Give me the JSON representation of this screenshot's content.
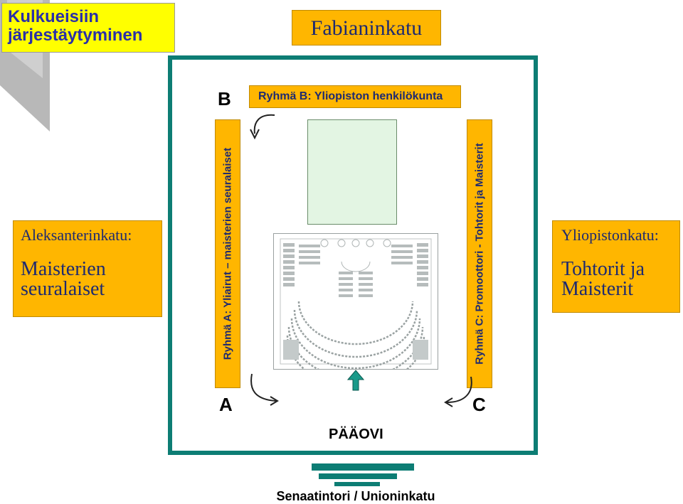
{
  "title": {
    "line1": "Kulkueisiin",
    "line2": "järjestäytyminen"
  },
  "streets": {
    "top": "Fabianinkatu",
    "left": {
      "line1": "Aleksanterinkatu:",
      "line2a": "Maisterien",
      "line2b": "seuralaiset"
    },
    "right": {
      "line1": "Yliopistonkatu:",
      "line2a": "Tohtorit ja",
      "line2b": "Maisterit"
    },
    "bottom": "Senaatintori / Unioninkatu"
  },
  "groups": {
    "a": {
      "letter": "A",
      "label": "Ryhmä A: Yliairut – maisterien seuralaiset"
    },
    "b": {
      "letter": "B",
      "label": "Ryhmä B: Yliopiston henkilökunta"
    },
    "c": {
      "letter": "C",
      "label": "Ryhmä C: Promoottori - Tohtorit ja Maisterit"
    }
  },
  "main_door": "PÄÄOVI",
  "colors": {
    "title_bg": "#ffff00",
    "title_text": "#2a2fa8",
    "label_bg": "#ffb600",
    "label_text": "#1e2a70",
    "hall_border": "#0d7d74",
    "stage": "#e3f5e3"
  },
  "icons": [
    "corner-decoration-icon",
    "seating-plan-icon",
    "up-arrow-icon",
    "curved-arrow-icon"
  ]
}
